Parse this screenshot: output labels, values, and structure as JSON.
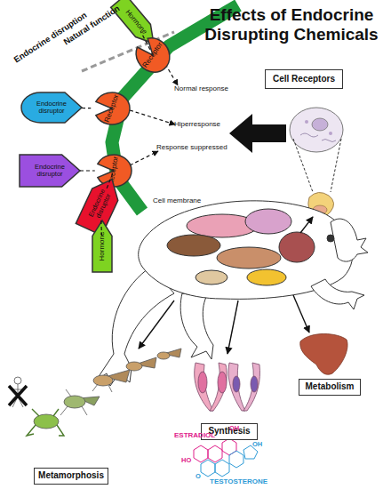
{
  "diagram": {
    "title": "Effects of Endocrine Disrupting Chemicals",
    "nodes": [
      {
        "text": [
          "Hormone"
        ]
      },
      {
        "text": [
          "Receptor"
        ]
      },
      {
        "text": [
          "Endocrine disruptor"
        ]
      },
      {
        "text": [
          "Receptor"
        ]
      },
      {
        "text": [
          "Endocrine disruptor"
        ]
      },
      {
        "text": [
          "Receptor"
        ]
      },
      {
        "text": [
          "Endocrine disruptor"
        ]
      },
      {
        "text": [
          "Hormone"
        ]
      },
      {
        "text": [
          "Cell Receptors"
        ]
      },
      {
        "text": [
          "Metamorphosis"
        ]
      },
      {
        "text": [
          "Synthesis"
        ]
      },
      {
        "text": [
          "Metabolism"
        ]
      }
    ],
    "edges": [
      {
        "from": 0,
        "to": 1,
        "arrow": "none"
      },
      {
        "from": 2,
        "to": 3,
        "arrow": "none"
      },
      {
        "from": 4,
        "to": 5,
        "arrow": "none"
      },
      {
        "from": 6,
        "to": 5,
        "arrow": "none"
      },
      {
        "from": 7,
        "to": 6,
        "arrow": "none"
      }
    ],
    "labels": [
      "Natural function",
      "Endocrine disruption",
      "Normal response",
      "Hiperresponse",
      "Response suppressed",
      "Cell membrane",
      "ESTRADIOL",
      "OH",
      "OH",
      "HO",
      "O",
      "TESTOSTERONE"
    ]
  }
}
